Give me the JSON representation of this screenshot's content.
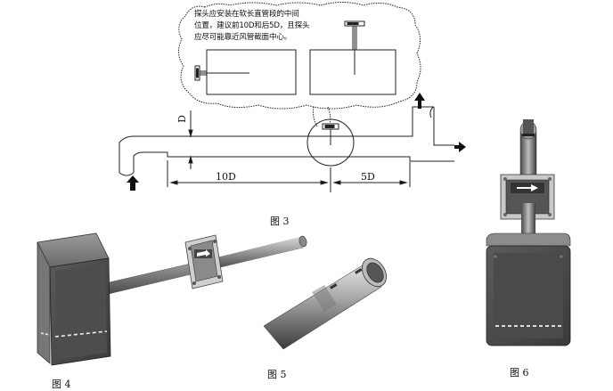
{
  "note": {
    "lines": [
      "探头应安装在软长直管段的中间",
      "位置，建议前10D和后5D，且探头",
      "应尽可能靠近风管截面中心。"
    ]
  },
  "dimensions": {
    "diameter_label": "D",
    "upstream_label": "10D",
    "downstream_label": "5D"
  },
  "figures": {
    "fig3": "图 3",
    "fig4": "图 4",
    "fig5": "图 5",
    "fig6": "图 6"
  }
}
